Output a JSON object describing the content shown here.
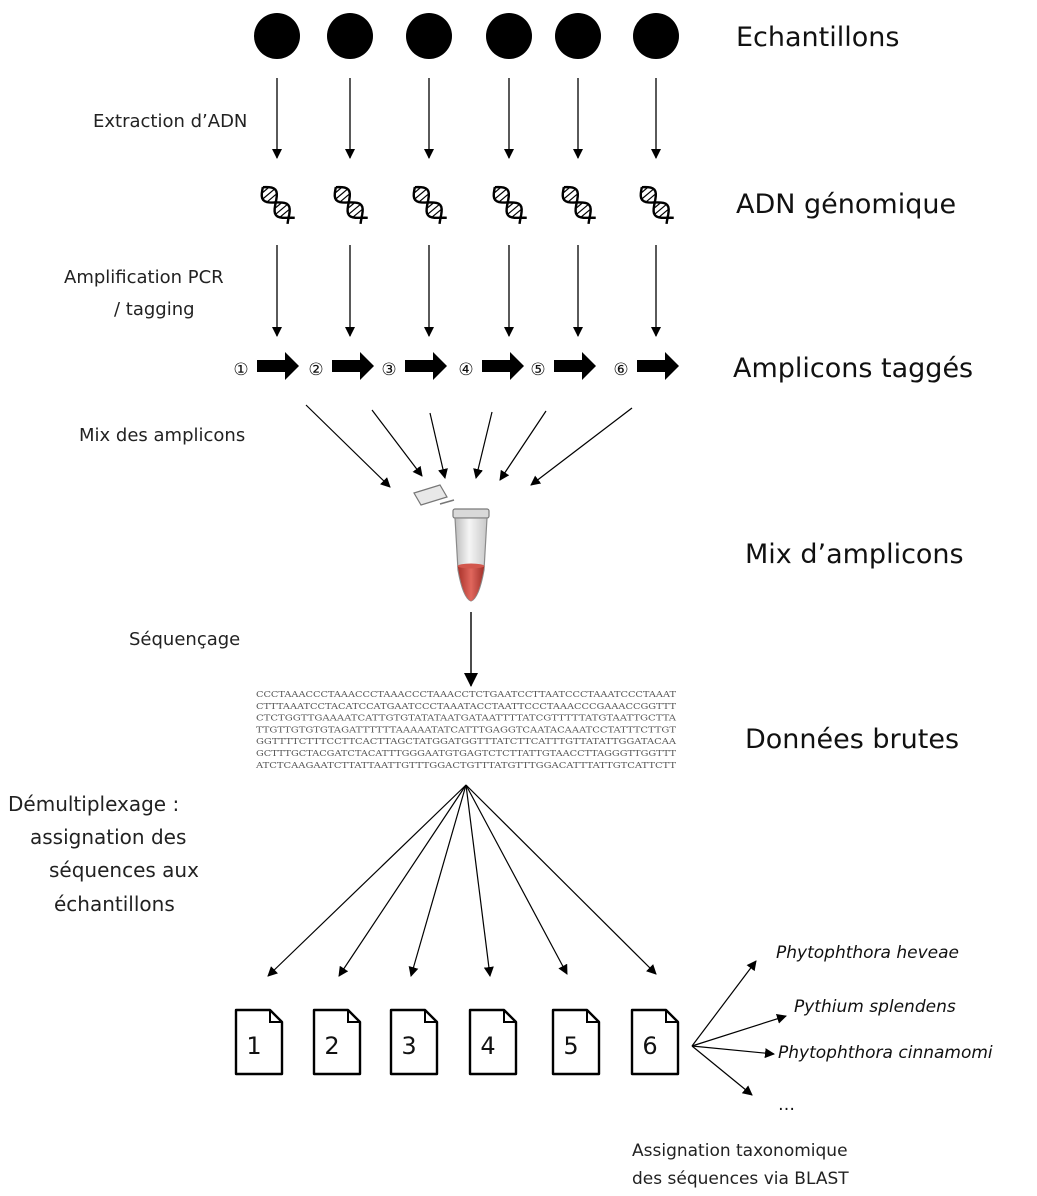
{
  "stages": {
    "samples": "Echantillons",
    "genomic_dna": "ADN génomique",
    "tagged_amplicons": "Amplicons taggés",
    "amplicon_mix": "Mix d’amplicons",
    "raw_data": "Données brutes"
  },
  "steps": {
    "extraction": "Extraction d’ADN",
    "pcr_line1": "Amplification PCR",
    "pcr_line2": "/ tagging",
    "mix": "Mix des amplicons",
    "sequencing": "Séquençage",
    "demux_line1": "Démultiplexage :",
    "demux_line2": "assignation des",
    "demux_line3": "séquences aux",
    "demux_line4": "échantillons",
    "blast_line1": "Assignation taxonomique",
    "blast_line2": "des séquences via BLAST"
  },
  "tags": [
    "①",
    "②",
    "③",
    "④",
    "⑤",
    "⑥"
  ],
  "files": [
    "1",
    "2",
    "3",
    "4",
    "5",
    "6"
  ],
  "sequences": [
    "CCCTAAACCCTAAACCCTAAACCCTAAACCTCTGAATCCTTAATCCCTAAATCCCTAAAT",
    "CTTTAAATCCTACATCCATGAATCCCTAAATACCTAATTCCCTAAACCCGAAACCGGTTT",
    "CTCTGGTTGAAAATCATTGTGTATATAATGATAATTTTATCGTTTTTATGTAATTGCTTA",
    "TTGTTGTGTGTAGATTTTTTAAAAATATCATTTGAGGTCAATACAAATCCTATTTCTTGT",
    "GGTTTTCTTTCCTTCACTTAGCTATGGATGGTTTATCTTCATTTGTTATATTGGATACAA",
    "GCTTTGCTACGATCTACATTTGGGAATGTGAGTCTCTTATTGTAACCTTAGGGTTGGTTT",
    "ATCTCAAGAATCTTATTAATTGTTTGGACTGTTTATGTTTGGACATTTATTGTCATTCTT"
  ],
  "species": [
    "Phytophthora heveae",
    "Pythium splendens",
    "Phytophthora cinnamomi",
    "…"
  ],
  "colors": {
    "ink": "#000000",
    "tube_liquid": "#c0392b",
    "tube_body": "#e6e6e6"
  },
  "icons": {
    "sample": "filled-circle",
    "dna": "dna-helix-icon",
    "amplicon_arrow": "thick-right-arrow",
    "tube": "microcentrifuge-tube-icon",
    "file": "document-icon"
  }
}
